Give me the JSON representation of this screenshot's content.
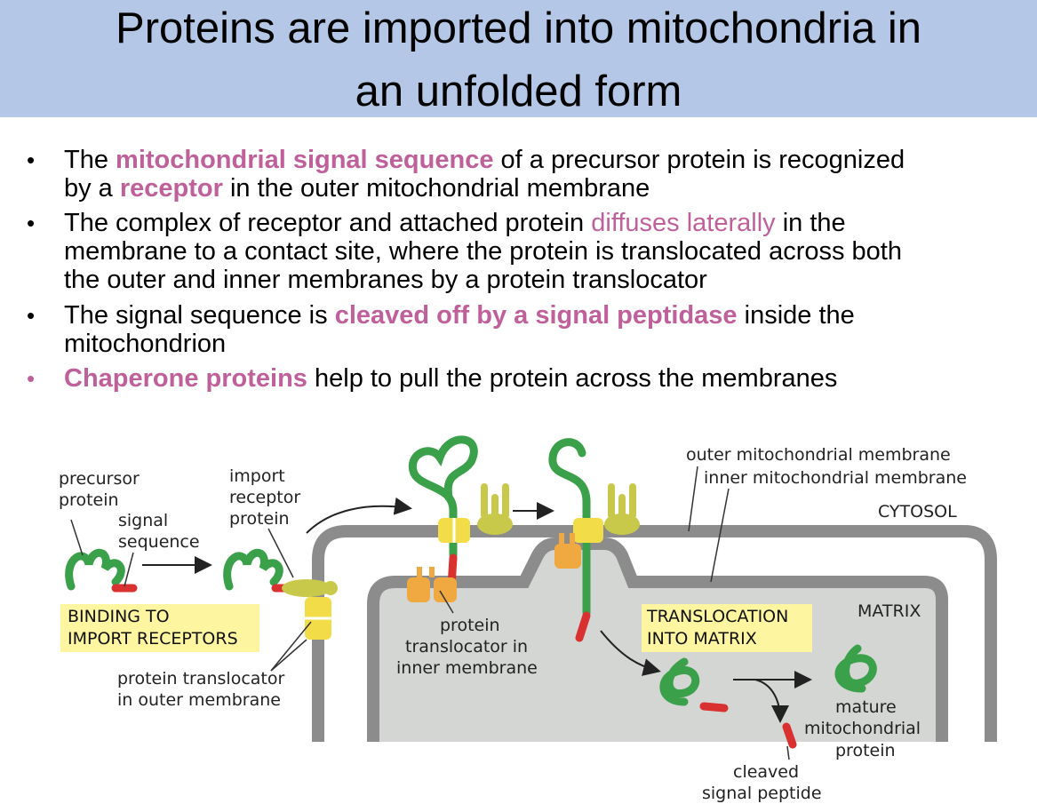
{
  "slide": {
    "title_line1": "Proteins are imported into mitochondria in",
    "title_line2": "an unfolded form"
  },
  "bullets": [
    {
      "bullet": "•",
      "p1": "The ",
      "h1": "mitochondrial signal sequence",
      "p2": " of a precursor protein is recognized",
      "p3": "by a ",
      "h2": "receptor",
      "p4": " in the outer mitochondrial membrane"
    },
    {
      "bullet": "•",
      "p1": "The complex of receptor and attached protein ",
      "h1": "diffuses laterally",
      "p2": " in the",
      "line2": "membrane to a contact site, where the protein is translocated across both",
      "line3": "the outer and inner membranes by a protein translocator"
    },
    {
      "bullet": "•",
      "p1": "The signal sequence is ",
      "h1": "cleaved off by a signal peptidase",
      "p2": " inside the",
      "line2": "mitochondrion"
    },
    {
      "bullet": "•",
      "h1": "Chaperone proteins",
      "p2": " help to pull the protein across the membranes"
    }
  ],
  "diagram": {
    "labels": {
      "precursor1": "precursor",
      "precursor2": "protein",
      "signal1": "signal",
      "signal2": "sequence",
      "import1": "import",
      "import2": "receptor",
      "import3": "protein",
      "outer_membrane": "outer mitochondrial membrane",
      "inner_membrane": "inner mitochondrial membrane",
      "cytosol": "CYTOSOL",
      "matrix": "MATRIX",
      "binding1": "BINDING TO",
      "binding2": "IMPORT RECEPTORS",
      "trans_outer1": "protein translocator",
      "trans_outer2": "in outer membrane",
      "trans_inner1": "protein",
      "trans_inner2": "translocator in",
      "trans_inner3": "inner membrane",
      "translocation1": "TRANSLOCATION",
      "translocation2": "INTO MATRIX",
      "mature1": "mature",
      "mature2": "mitochondrial",
      "mature3": "protein",
      "cleaved1": "cleaved",
      "cleaved2": "signal peptide"
    },
    "colors": {
      "protein_green": "#3aa04a",
      "signal_red": "#d93030",
      "receptor_olive": "#c8c84a",
      "translocator_yellow": "#f2dc48",
      "inner_translocator_orange": "#f0a840",
      "membrane_gray": "#8c8c8c",
      "matrix_fill": "#d4d6d4",
      "label_box": "#fdf5a0"
    }
  }
}
